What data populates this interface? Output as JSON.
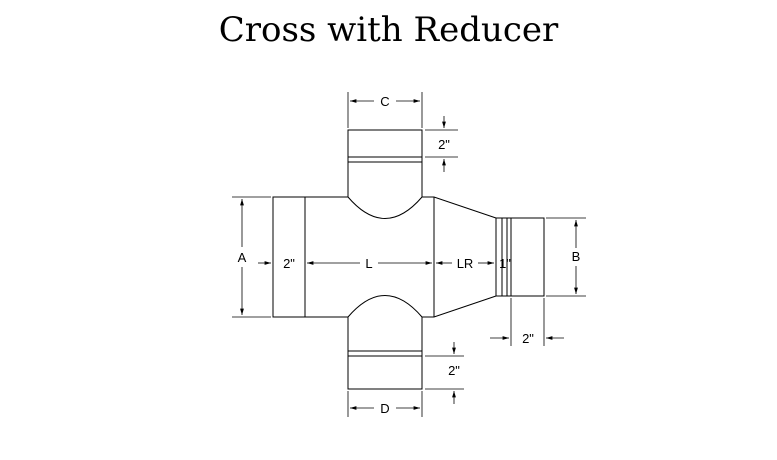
{
  "title": "Cross with Reducer",
  "dimensions": {
    "a": "A",
    "b": "B",
    "c": "C",
    "d": "D",
    "l": "L",
    "lr": "LR",
    "collar_left": "2\"",
    "collar_top": "2\"",
    "collar_bottom": "2\"",
    "collar_right": "2\"",
    "bead_right": "1\""
  }
}
